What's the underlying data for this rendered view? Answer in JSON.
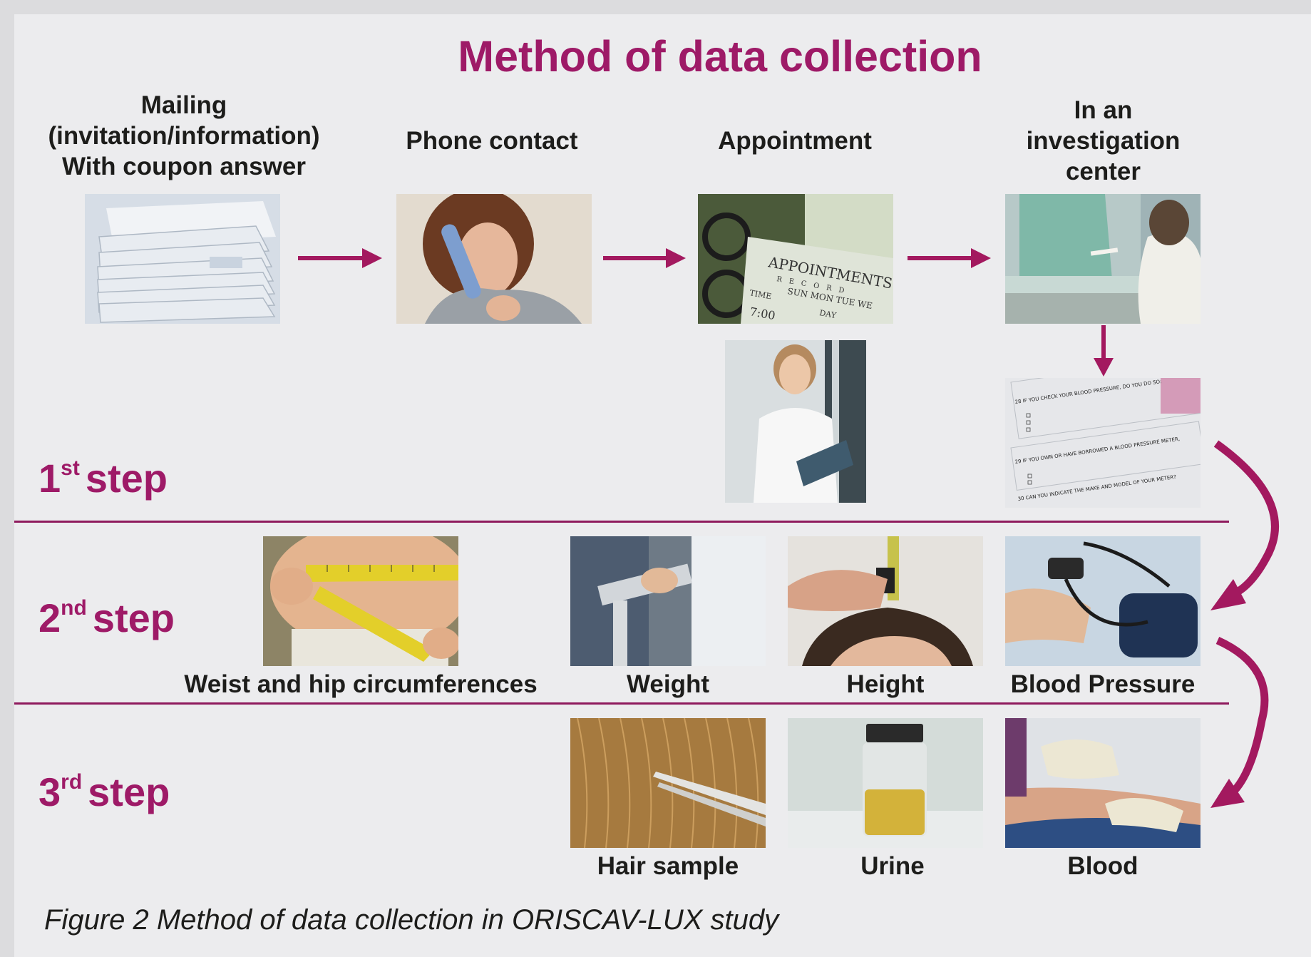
{
  "title": "Method of data collection",
  "flow": {
    "mailing_label": "Mailing\n(invitation/information)\nWith coupon answer",
    "phone_label": "Phone contact",
    "appointment_label": "Appointment",
    "center_label": "In an\ninvestigation\ncenter"
  },
  "steps": [
    {
      "num": "1",
      "suffix": "st",
      "word": "step"
    },
    {
      "num": "2",
      "suffix": "nd",
      "word": "step"
    },
    {
      "num": "3",
      "suffix": "rd",
      "word": "step"
    }
  ],
  "step2_items": {
    "waist": "Weist and hip circumferences",
    "weight": "Weight",
    "height": "Height",
    "blood_pressure": "Blood Pressure"
  },
  "step3_items": {
    "hair": "Hair sample",
    "urine": "Urine",
    "blood": "Blood"
  },
  "appointment_card": {
    "title": "APPOINTMENTS",
    "subtitle": "RECORD",
    "days": "SUN   MON   TUE   WE",
    "time_label": "TIME",
    "time_value": "7:00",
    "day_label": "DAY"
  },
  "questionnaire": {
    "q28": "28  IF YOU CHECK YOUR BLOOD PRESSURE, DO YOU DO SO:",
    "q29": "29  IF YOU OWN OR HAVE BORROWED A BLOOD PRESSURE METER,",
    "q30": "30  CAN YOU INDICATE THE MAKE AND MODEL OF YOUR METER?"
  },
  "caption": "Figure 2 Method of data collection in ORISCAV-LUX study",
  "colors": {
    "accent": "#9e1a67",
    "text": "#1d1d1b",
    "background": "#ececee",
    "arrow": "#a3195f"
  }
}
